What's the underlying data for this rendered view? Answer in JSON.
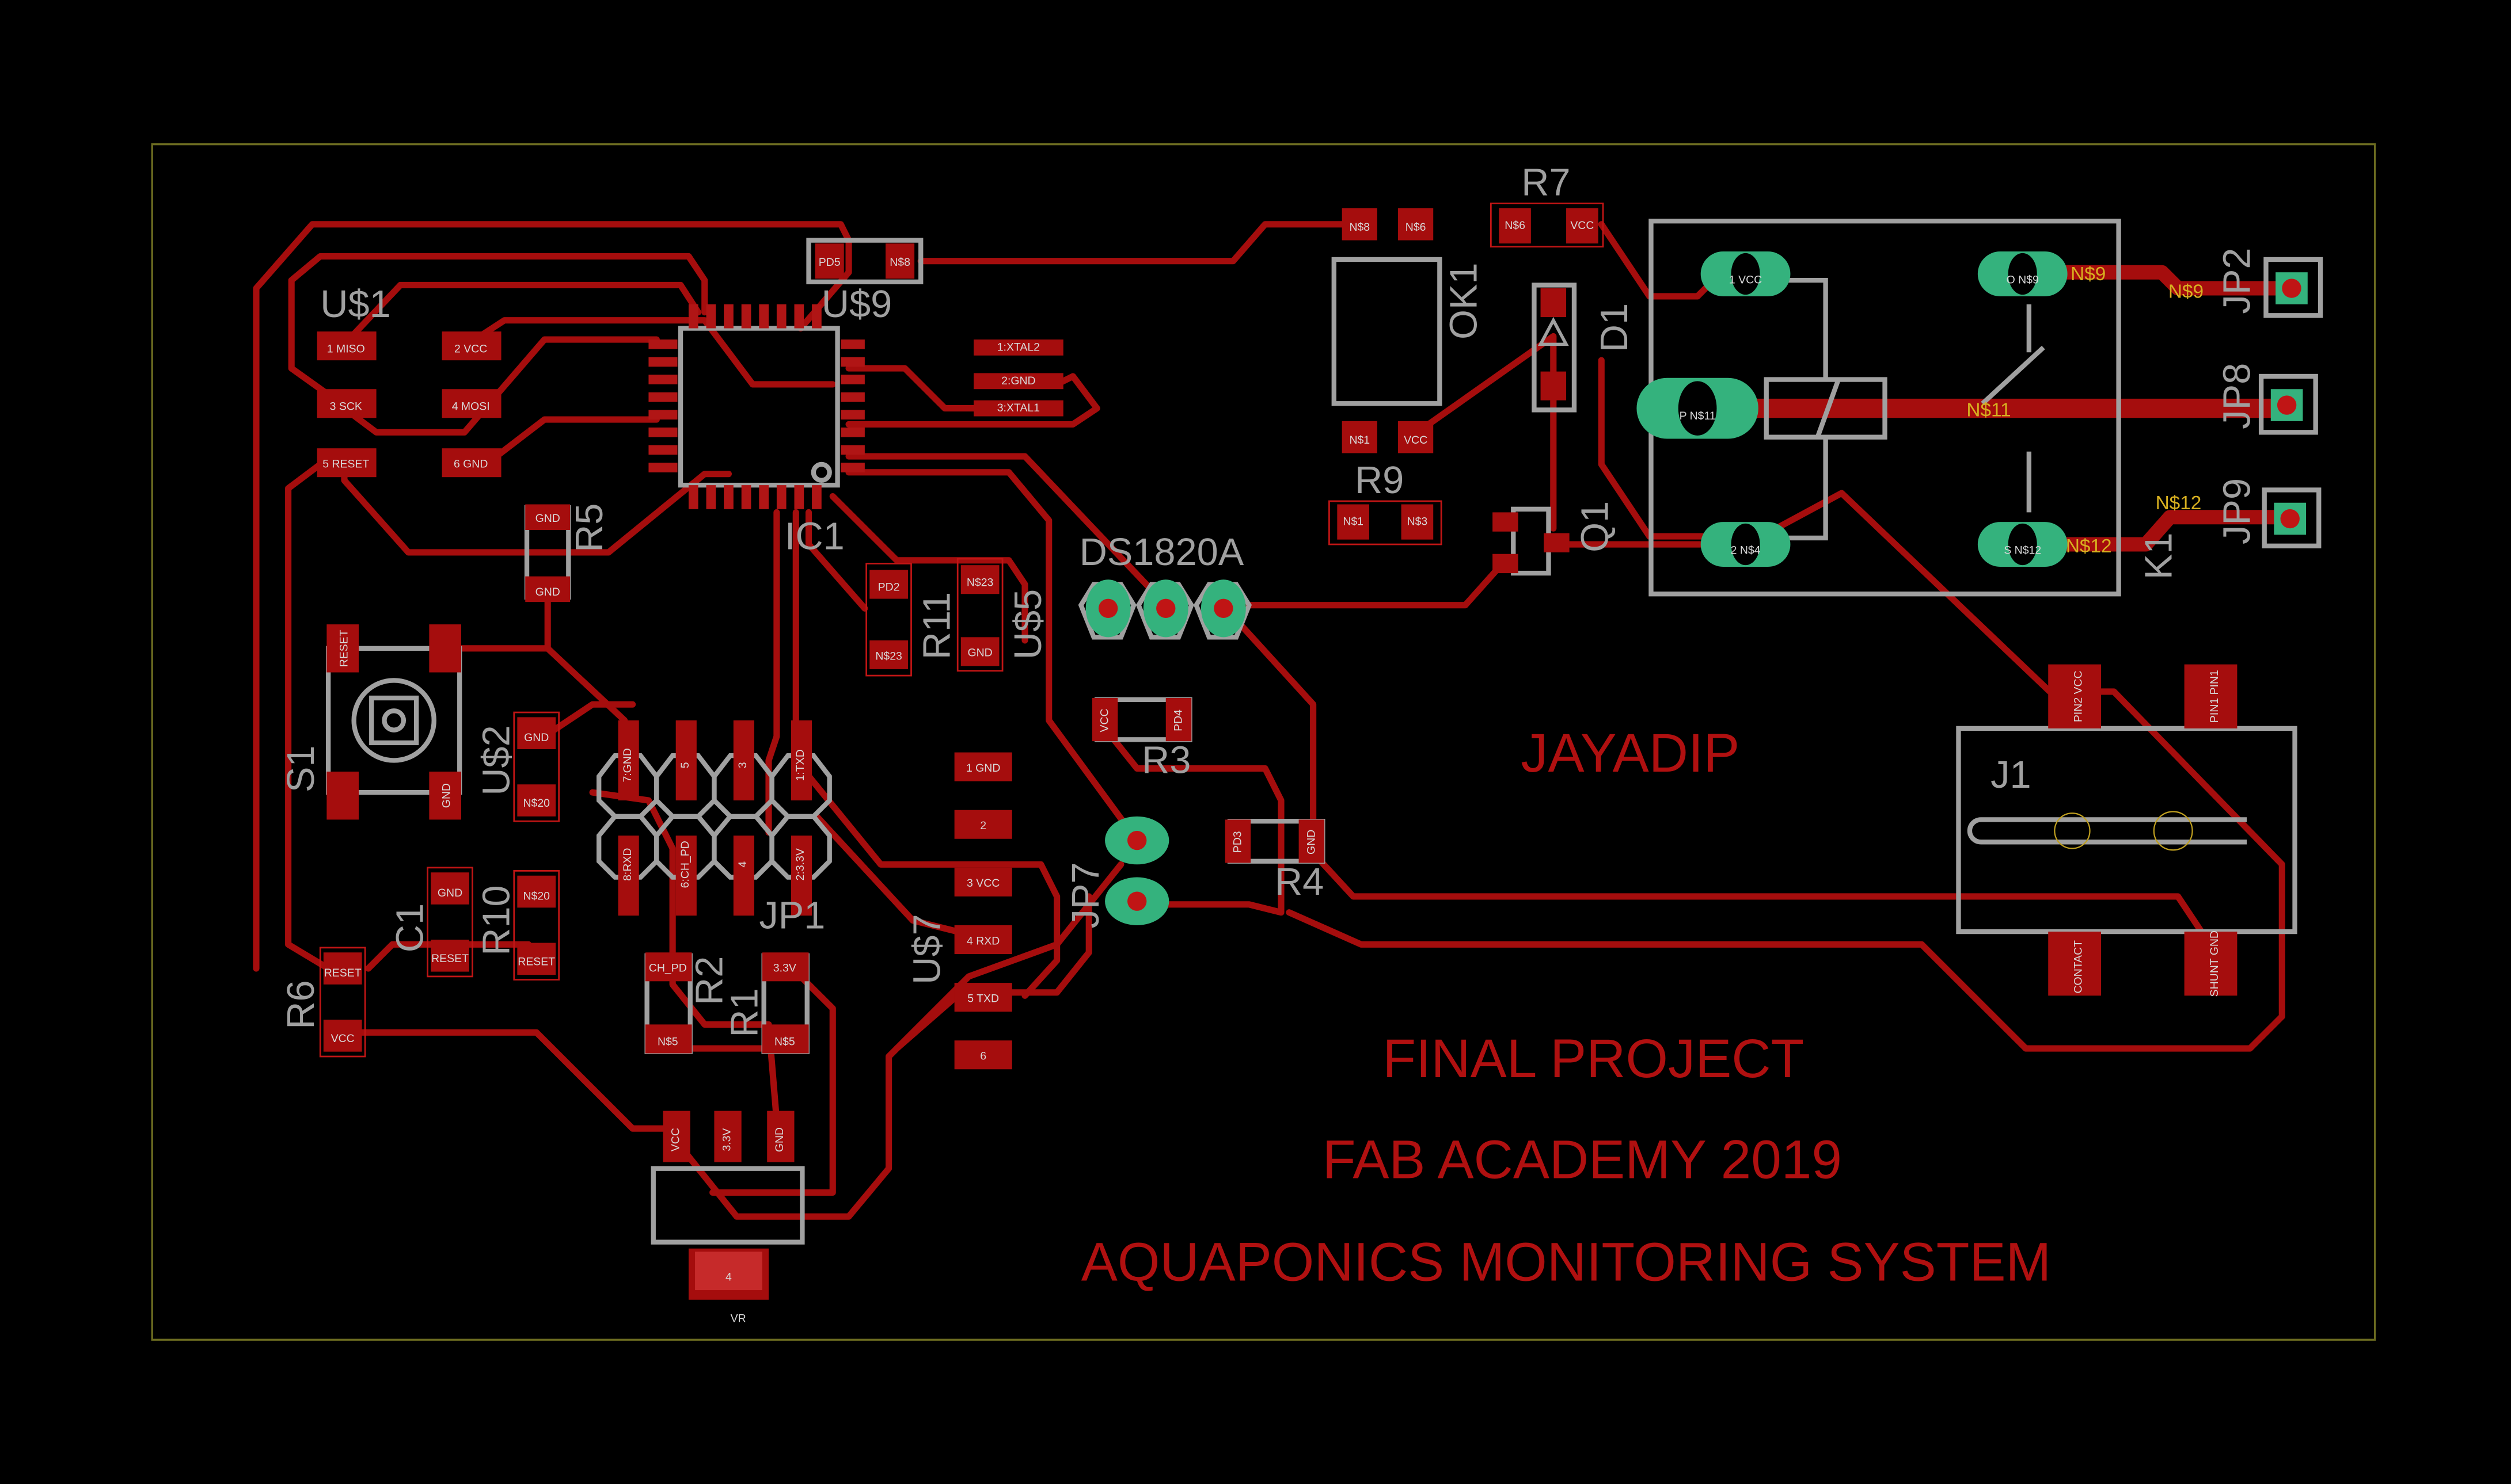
{
  "board": {
    "texts": {
      "author": "JAYADIP",
      "line1": "FINAL PROJECT",
      "line2": "FAB ACADEMY 2019",
      "line3": "AQUAPONICS MONITORING SYSTEM"
    },
    "colors": {
      "background": "#000000",
      "copper": "#a50d0d",
      "silkscreen": "#a0a0a0",
      "through_hole_pad": "#34b27d",
      "text": "#b01010",
      "net_label": "#d8b020"
    }
  },
  "components": {
    "U1": {
      "ref": "U$1",
      "pads": [
        "1 MISO",
        "2 VCC",
        "3 SCK",
        "4 MOSI",
        "5 RESET",
        "6 GND"
      ]
    },
    "U9": {
      "ref": "U$9",
      "pads": [
        "PD5",
        "N$8"
      ]
    },
    "IC1": {
      "ref": "IC1",
      "pads": [
        "1:XTAL2",
        "2:GND",
        "3:XTAL1"
      ]
    },
    "R5": {
      "ref": "R5",
      "pads": [
        "GND",
        "GND"
      ]
    },
    "R7": {
      "ref": "R7",
      "pads": [
        "N$6",
        "VCC"
      ]
    },
    "OK1": {
      "ref": "OK1",
      "pads": [
        "N$8",
        "N$6",
        "N$1",
        "VCC"
      ]
    },
    "D1": {
      "ref": "D1"
    },
    "R9": {
      "ref": "R9",
      "pads": [
        "N$1",
        "N$3"
      ]
    },
    "Q1": {
      "ref": "Q1"
    },
    "K1": {
      "ref": "K1",
      "pads": [
        "1 VCC",
        "O N$9",
        "P N$11",
        "2 N$4",
        "S N$12"
      ]
    },
    "JP2": {
      "ref": "JP2",
      "net": "N$9"
    },
    "JP8": {
      "ref": "JP8",
      "net": "N$11"
    },
    "JP9": {
      "ref": "JP9",
      "net": "N$12"
    },
    "DS": {
      "ref": "DS1820A"
    },
    "R11": {
      "ref": "R11",
      "pads": [
        "PD2",
        "N$23"
      ]
    },
    "U5": {
      "ref": "U$5",
      "pads": [
        "N$23",
        "GND"
      ]
    },
    "R3": {
      "ref": "R3",
      "pads": [
        "VCC",
        "PD4"
      ]
    },
    "R4": {
      "ref": "R4",
      "pads": [
        "PD3",
        "GND"
      ]
    },
    "JP7": {
      "ref": "JP7"
    },
    "J1": {
      "ref": "J1",
      "pads": [
        "PIN2 VCC",
        "PIN1 PIN1",
        "CONTACT",
        "SHUNT GND"
      ]
    },
    "S1": {
      "ref": "S1",
      "pads": [
        "RESET",
        "GND"
      ]
    },
    "U2": {
      "ref": "U$2",
      "pads": [
        "GND",
        "N$20"
      ]
    },
    "C1": {
      "ref": "C1",
      "pads": [
        "GND",
        "RESET"
      ]
    },
    "R10": {
      "ref": "R10",
      "pads": [
        "N$20",
        "RESET"
      ]
    },
    "R6": {
      "ref": "R6",
      "pads": [
        "RESET",
        "VCC"
      ]
    },
    "JP1": {
      "ref": "JP1",
      "pads": [
        "7:GND",
        "5",
        "3",
        "1:TXD",
        "8:RXD",
        "6:CH_PD",
        "4",
        "2:3.3V"
      ]
    },
    "R2": {
      "ref": "R2",
      "pads": [
        "CH_PD",
        "N$5"
      ]
    },
    "R1": {
      "ref": "R1",
      "pads": [
        "3.3V",
        "N$5"
      ]
    },
    "U7": {
      "ref": "U$7",
      "pads": [
        "1 GND",
        "2",
        "3 VCC",
        "4 RXD",
        "5 TXD",
        "6"
      ]
    },
    "VR": {
      "ref": "VR",
      "pads": [
        "VCC",
        "3.3V",
        "GND",
        "4"
      ]
    }
  },
  "nets": {
    "n9": "N$9",
    "n11": "N$11",
    "n12": "N$12"
  }
}
